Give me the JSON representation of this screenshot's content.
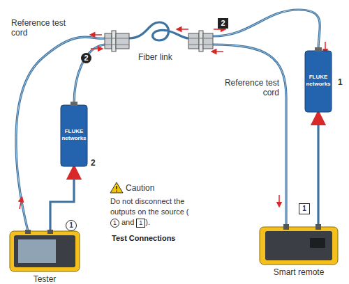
{
  "diagram": {
    "nodes": [
      {
        "text": [
          "Tester"
        ]
      },
      {
        "text": [
          "FLUKE networks"
        ]
      },
      {
        "text": [
          "FLUKE networks"
        ]
      },
      {
        "text": [
          "Smart remote"
        ]
      }
    ],
    "edges": [
      {
        "from": 0,
        "to": 1,
        "arrow": "to"
      },
      {
        "from": 3,
        "to": 2,
        "arrow": "to"
      }
    ],
    "labels": [
      "Reference test cord",
      "2",
      "Fiber link",
      "2",
      "Reference test cord",
      "1",
      "2",
      "Caution",
      "Do not disconnect the outputs on the source (",
      "1",
      "and",
      "1",
      ").",
      "Test Connections",
      "1",
      "1"
    ]
  }
}
